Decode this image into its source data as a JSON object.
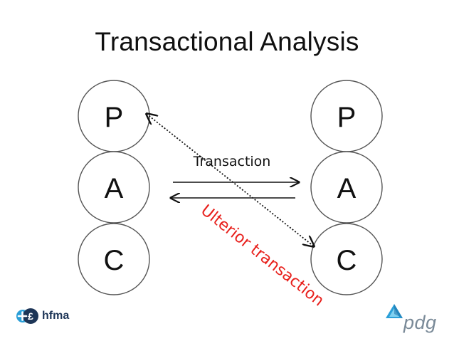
{
  "slide": {
    "title": "Transactional Analysis"
  },
  "diagram": {
    "left_column": [
      "P",
      "A",
      "C"
    ],
    "right_column": [
      "P",
      "A",
      "C"
    ],
    "transaction_label": "Transaction",
    "ulterior_label": "Ulterior transaction",
    "ulterior_color": "#e8201c",
    "line_color": "#111111",
    "circle_stroke": "#555555"
  },
  "logos": {
    "left": {
      "name": "hfma",
      "mark_color": "#2a9fd8",
      "text_color": "#1d3557"
    },
    "right": {
      "name": "pdg",
      "triangle_color": "#2a9fd8",
      "text_color": "#7a8a98"
    }
  }
}
